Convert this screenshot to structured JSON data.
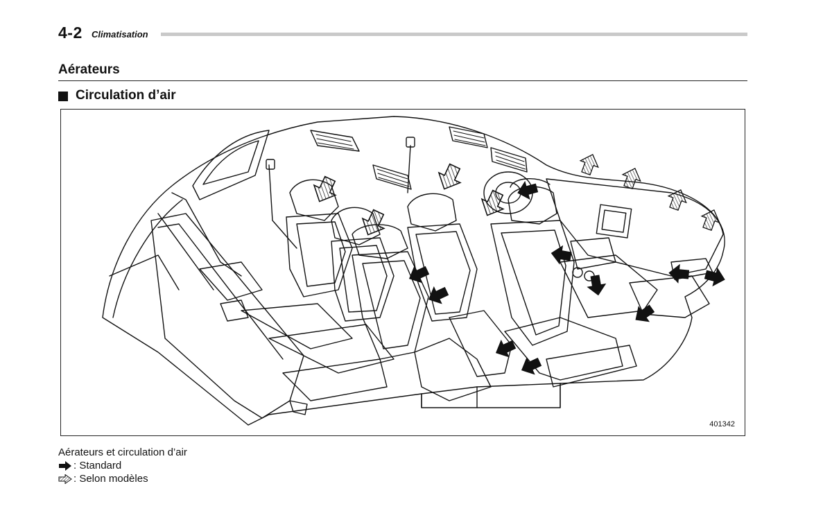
{
  "header": {
    "page_number": "4-2",
    "chapter": "Climatisation"
  },
  "section": {
    "title": "Aérateurs"
  },
  "subsection": {
    "title": "Circulation d’air"
  },
  "figure": {
    "id": "401342"
  },
  "caption": {
    "title": "Aérateurs et circulation d’air",
    "legend": [
      {
        "icon": "solid-arrow-icon",
        "label": ": Standard"
      },
      {
        "icon": "hatched-arrow-icon",
        "label": ": Selon modèles"
      }
    ]
  },
  "colors": {
    "text": "#111111",
    "header_rule": "#c9c9c9",
    "arrow_fill": "#111111"
  }
}
